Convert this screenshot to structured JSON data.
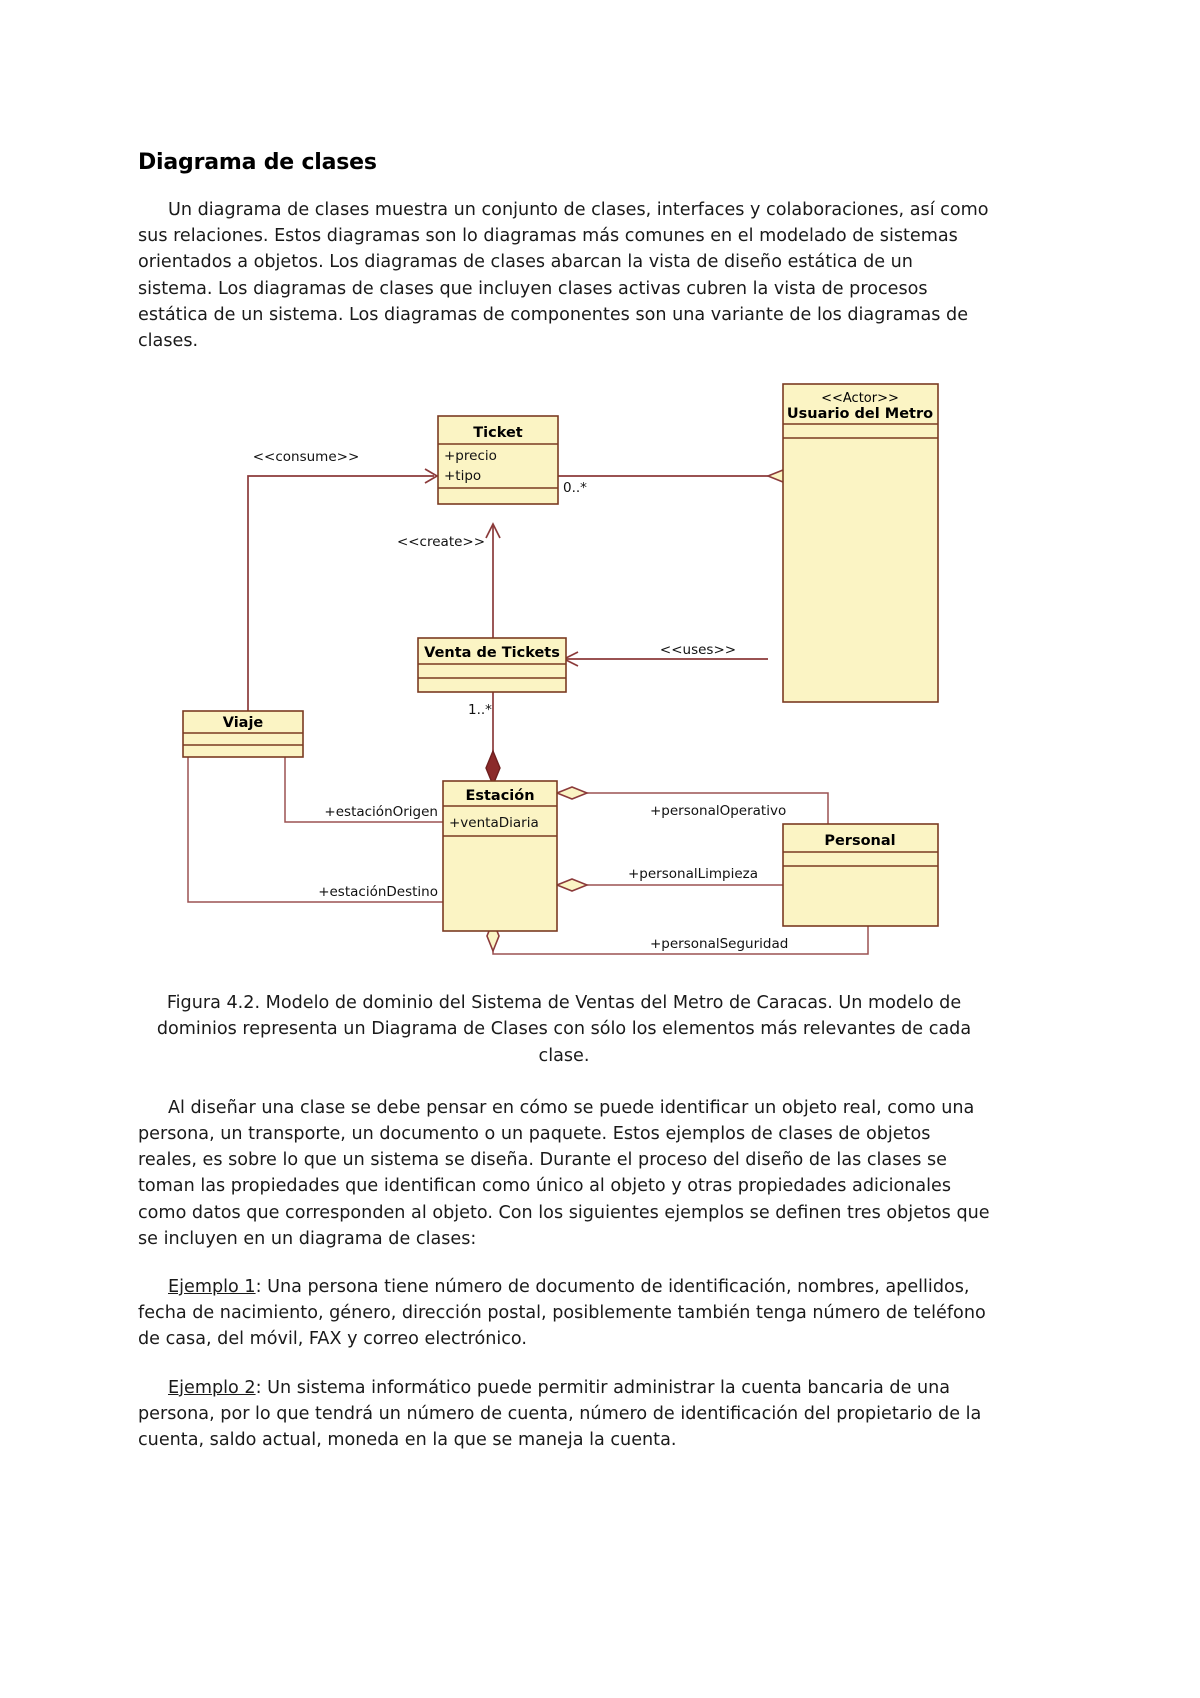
{
  "document": {
    "title": "Diagrama de clases",
    "intro_paragraph": "Un diagrama de clases muestra un conjunto de clases, interfaces y colaboraciones, así como sus relaciones. Estos diagramas son lo diagramas más comunes en el modelado de sistemas orientados a objetos. Los diagramas de clases abarcan la vista de diseño estática de un sistema. Los diagramas de clases que incluyen clases activas cubren la vista de procesos estática de un sistema. Los diagramas de componentes son una variante de los diagramas de clases.",
    "figure_caption": "Figura 4.2. Modelo de dominio del Sistema de Ventas del Metro de Caracas. Un modelo de dominios representa un Diagrama de Clases con sólo los elementos más relevantes de cada clase.",
    "paragraph_design": "Al diseñar una clase se debe pensar en cómo se puede identificar un objeto real, como una persona, un transporte, un documento o un paquete. Estos ejemplos de clases de objetos reales, es sobre lo que un sistema se diseña. Durante el proceso del diseño de las clases se toman las propiedades que identifican como único al objeto y otras propiedades adicionales como datos que corresponden al objeto. Con los siguientes ejemplos se definen tres objetos que se incluyen en un diagrama de clases:",
    "example_1_label": "Ejemplo 1",
    "example_1_text": ": Una persona tiene número de documento de identificación, nombres, apellidos, fecha de nacimiento, género, dirección postal, posiblemente también tenga número de teléfono de casa, del móvil, FAX y correo electrónico.",
    "example_2_label": "Ejemplo 2",
    "example_2_text": ": Un sistema informático puede permitir administrar la cuenta bancaria de una persona, por lo que tendrá un número de cuenta, número de identificación del propietario de la cuenta, saldo actual, moneda en la que se maneja la cuenta."
  },
  "diagram": {
    "classes": {
      "ticket": {
        "name": "Ticket",
        "attributes": [
          "+precio",
          "+tipo"
        ]
      },
      "actor": {
        "stereotype": "<<Actor>>",
        "name": "Usuario del Metro",
        "attributes": []
      },
      "venta": {
        "name": "Venta de Tickets",
        "attributes": []
      },
      "viaje": {
        "name": "Viaje",
        "attributes": []
      },
      "estacion": {
        "name": "Estación",
        "attributes": [
          "+ventaDiaria"
        ]
      },
      "personal": {
        "name": "Personal",
        "attributes": []
      }
    },
    "relations": {
      "consume": "<<consume>>",
      "create": "<<create>>",
      "uses": "<<uses>>",
      "mult_ticket_actor": "0..*",
      "mult_venta_estacion": "1..*",
      "estacion_origen": "+estaciónOrigen",
      "estacion_destino": "+estaciónDestino",
      "personal_operativo": "+personalOperativo",
      "personal_limpieza": "+personalLimpieza",
      "personal_seguridad": "+personalSeguridad"
    },
    "colors": {
      "class_fill": "#fbf4c4",
      "class_border": "#7b3b22",
      "relation_line": "#8b3a3a",
      "page_background": "#ffffff"
    }
  }
}
